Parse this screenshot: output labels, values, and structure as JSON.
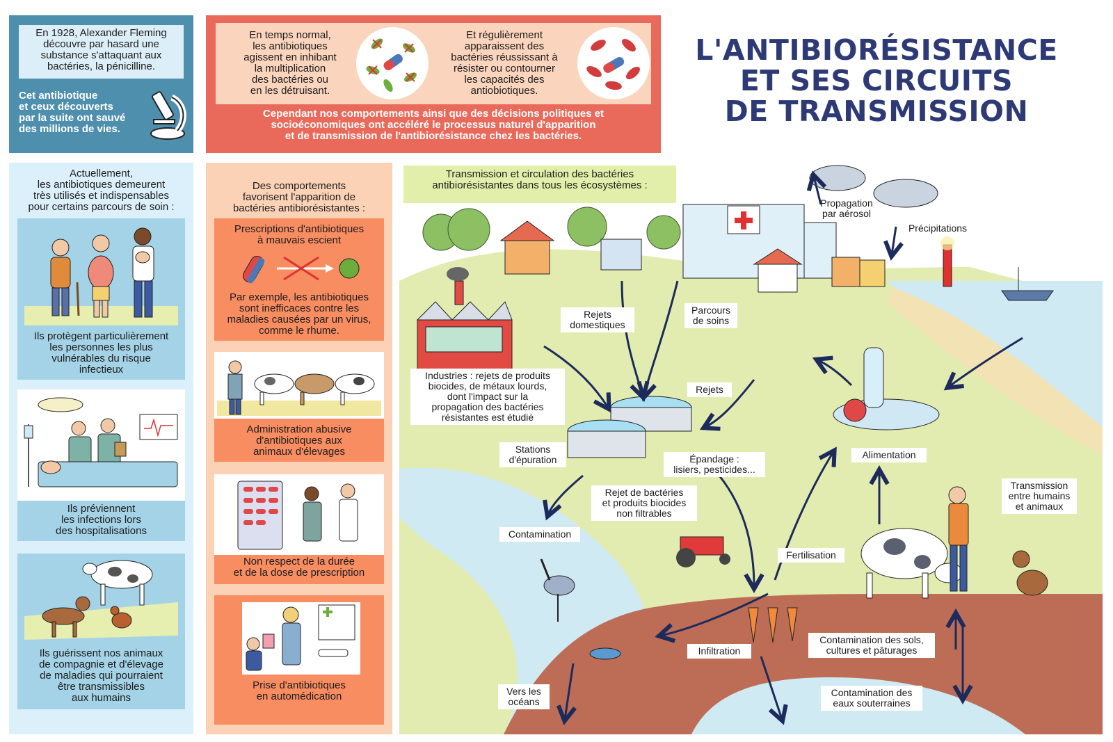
{
  "title": {
    "line1": "L'ANTIBIORÉSISTANCE",
    "line2": "ET SES CIRCUITS",
    "line3": "DE TRANSMISSION"
  },
  "fleming": {
    "intro": [
      "En 1928, Alexander Fleming",
      "découvre par hasard une",
      "substance s'attaquant aux",
      "bactéries, la pénicilline."
    ],
    "highlight": [
      "Cet antibiotique",
      "et ceux découverts",
      "par la suite ont sauvé",
      "des millions de vies."
    ],
    "icon": "microscope-icon"
  },
  "normal": {
    "left": [
      "En temps normal,",
      "les antibiotiques",
      "agissent en inhibant",
      "la multiplication",
      "des bactéries ou",
      "en les détruisant."
    ],
    "right": [
      "Et régulièrement",
      "apparaissent des",
      "bactéries réussissant à",
      "résister ou contourner",
      "les capacités des",
      "antiobiotiques."
    ],
    "bottom": [
      "Cependant nos comportements ainsi que des décisions politiques et",
      "socioéconomiques ont accéléré le processus naturel d'apparition",
      "et de transmission de l'antibiorésistance chez les bactéries."
    ]
  },
  "uses": {
    "heading": [
      "Actuellement,",
      "les antibiotiques demeurent",
      "très utilisés et indispensables",
      "pour certains parcours de soin :"
    ],
    "cards": [
      {
        "text": [
          "Ils protègent particulièrement",
          "les personnes les plus",
          "vulnérables du risque",
          "infectieux"
        ]
      },
      {
        "text": [
          "Ils préviennent",
          "les infections lors",
          "des hospitalisations"
        ]
      },
      {
        "text": [
          "Ils guérissent nos animaux",
          "de compagnie et d'élevage",
          "de maladies qui pourraient",
          "être transmissibles",
          "aux humains"
        ]
      }
    ]
  },
  "behaviors": {
    "heading": [
      "Des comportements",
      "favorisent l'apparition de",
      "bactéries antibiorésistantes :"
    ],
    "cards": [
      {
        "top": [
          "Prescriptions d'antibiotiques",
          "à mauvais escient"
        ],
        "text": [
          "Par exemple, les antibiotiques",
          "sont inefficaces contre les",
          "maladies causées par un virus,",
          "comme le rhume."
        ]
      },
      {
        "text": [
          "Administration abusive",
          "d'antibiotiques aux",
          "animaux d'élevages"
        ]
      },
      {
        "text": [
          "Non respect de la durée",
          "et de la dose de prescription"
        ]
      },
      {
        "text": [
          "Prise d'antibiotiques",
          "en automédication"
        ]
      }
    ]
  },
  "scene": {
    "heading": [
      "Transmission et circulation des bactéries",
      "antibiorésistantes dans tous les écosystèmes :"
    ],
    "labels": {
      "aerosol": [
        "Propagation",
        "par aérosol"
      ],
      "precip": [
        "Précipitations"
      ],
      "rejets_dom": [
        "Rejets",
        "domestiques"
      ],
      "parcours": [
        "Parcours",
        "de soins"
      ],
      "industries": [
        "Industries : rejets de produits",
        "biocides, de métaux lourds,",
        "dont l'impact sur la",
        "propagation des bactéries",
        "résistantes est étudié"
      ],
      "rejets": [
        "Rejets"
      ],
      "stations": [
        "Stations",
        "d'épuration"
      ],
      "epandage": [
        "Épandage :",
        "lisiers, pesticides..."
      ],
      "alimentation": [
        "Alimentation"
      ],
      "transmission": [
        "Transmission",
        "entre humains",
        "et animaux"
      ],
      "rejet_bact": [
        "Rejet de bactéries",
        "et produits biocides",
        "non filtrables"
      ],
      "contamination": [
        "Contamination"
      ],
      "fertilisation": [
        "Fertilisation"
      ],
      "infiltration": [
        "Infiltration"
      ],
      "sols": [
        "Contamination des sols,",
        "cultures et pâturages"
      ],
      "oceans": [
        "Vers les",
        "océans"
      ],
      "eaux": [
        "Contamination des",
        "eaux souterraines"
      ]
    }
  },
  "colors": {
    "navy": "#2d3a75",
    "fleming_blue": "#4f8fae",
    "coral": "#e9695a",
    "peach": "#fbd4bd",
    "orange_card": "#f88d62",
    "light_blue": "#dcf0fb",
    "card_blue": "#a4d2e6",
    "lime": "#e2efaa"
  }
}
